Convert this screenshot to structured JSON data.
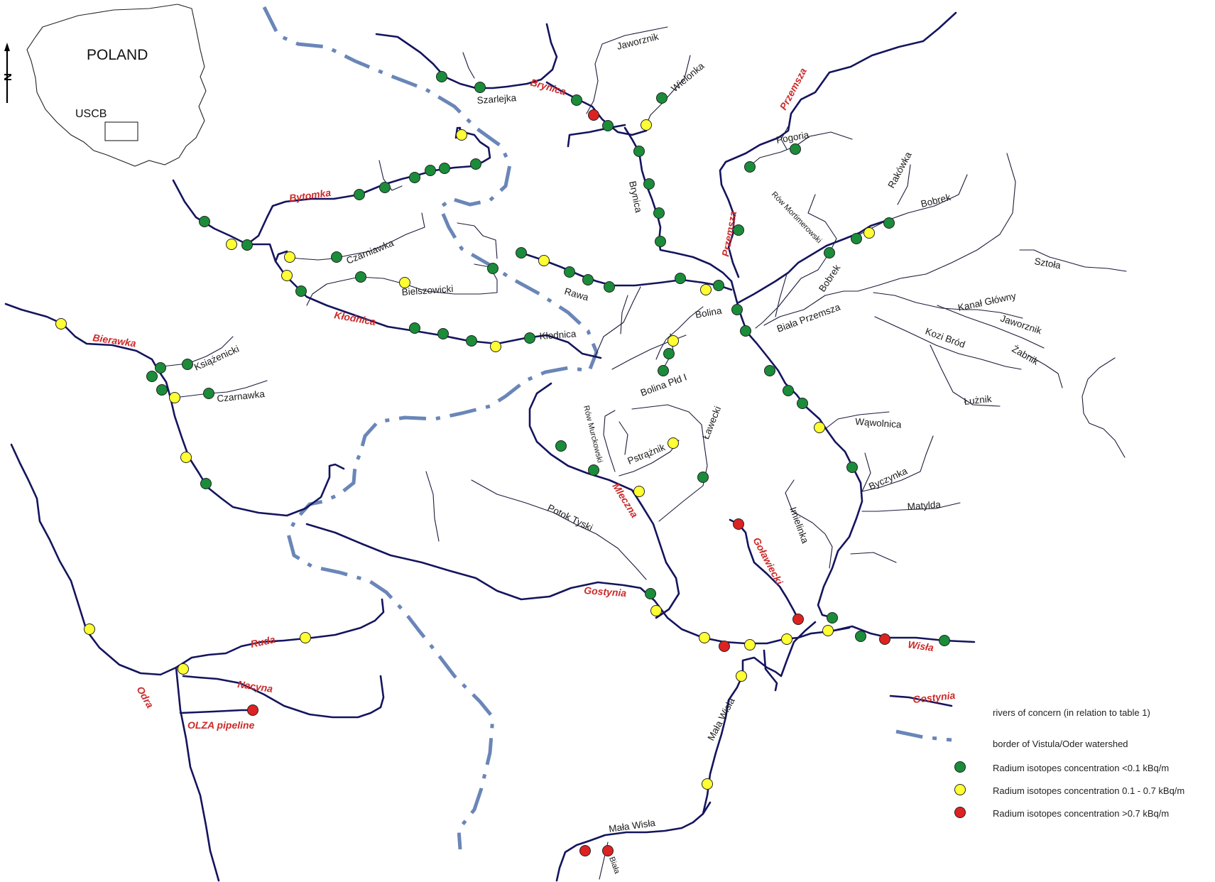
{
  "inset": {
    "country": "POLAND",
    "region": "USCB",
    "north_symbol": "N"
  },
  "colors": {
    "river": "#14145e",
    "watershed": "#6a86b8",
    "label_red": "#cc2a2a",
    "green": "#1a8c3a",
    "yellow": "#ffff33",
    "red": "#dd2222"
  },
  "rivers_of_concern": [
    "Brynica",
    "Przemsza",
    "Przemsza",
    "Bytomka",
    "Kłodnica",
    "Bierawka",
    "Mleczna",
    "Gostynia",
    "Goławiecki",
    "Wisła",
    "Ruda",
    "Nacyna",
    "Odra",
    "OLZA pipeline"
  ],
  "other_rivers": [
    "Jaworznik",
    "Wielonka",
    "Szarlejka",
    "Brynica",
    "Pogoria",
    "Rakówka",
    "Bobrek",
    "Rów Mortimerowski",
    "Czarniawka",
    "Bielszowicki",
    "Rawa",
    "Sztoła",
    "Bobrek",
    "Kanał Główny",
    "Biała Przemsza",
    "Jaworznik",
    "Bolina",
    "Kłodnica",
    "Książenicki",
    "Czarnawka",
    "Kozi Bród",
    "Żabnik",
    "Bolina Płd I",
    "Łużnik",
    "Rów Murckowski",
    "Ławecki",
    "Wąwolnica",
    "Pstrążnik",
    "Byczynka",
    "Potok Tyski",
    "Matylda",
    "Imielinka",
    "Mała Wisła",
    "Mała Wisła",
    "Biała"
  ],
  "legend": {
    "sample_river_label": "Gostynia",
    "items": [
      {
        "symbol": "river",
        "text": "rivers of concern (in relation to table 1)"
      },
      {
        "symbol": "watershed",
        "text": "border of Vistula/Oder watershed"
      },
      {
        "symbol": "green",
        "text": "Radium isotopes concentration <0.1 kBq/m"
      },
      {
        "symbol": "yellow",
        "text": "Radium isotopes concentration 0.1 - 0.7 kBq/m"
      },
      {
        "symbol": "red",
        "text": "Radium isotopes concentration >0.7 kBq/m"
      }
    ]
  }
}
